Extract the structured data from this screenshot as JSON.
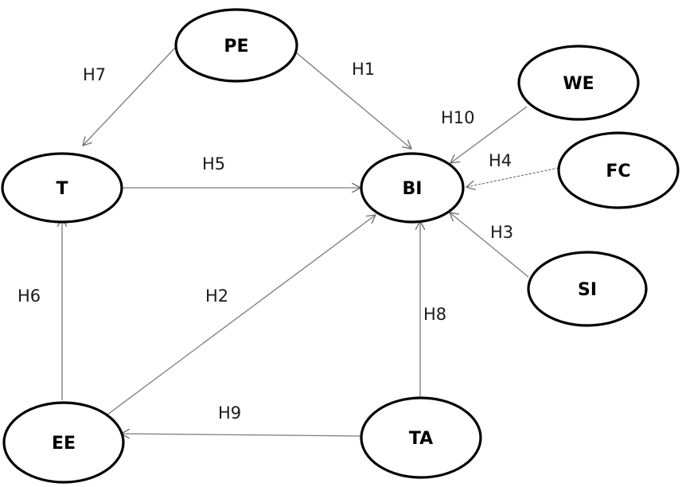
{
  "nodes": {
    "pe": "PE",
    "we": "WE",
    "t": "T",
    "bi": "BI",
    "fc": "FC",
    "si": "SI",
    "ee": "EE",
    "ta": "TA"
  },
  "hypotheses": {
    "h1": "H1",
    "h2": "H2",
    "h3": "H3",
    "h4": "H4",
    "h5": "H5",
    "h6": "H6",
    "h7": "H7",
    "h8": "H8",
    "h9": "H9",
    "h10": "H10"
  },
  "colors": {
    "node_stroke": "#000000",
    "edge": "#7a7a7a",
    "background": "#ffffff"
  }
}
